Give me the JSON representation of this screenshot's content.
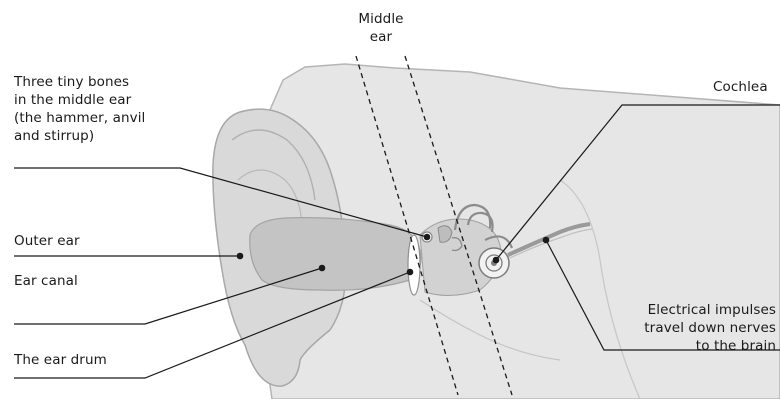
{
  "labels": {
    "middle_ear": [
      "Middle",
      "ear"
    ],
    "three_bones": [
      "Three tiny bones",
      "in the middle ear",
      "(the hammer, anvil",
      "and stirrup)"
    ],
    "cochlea": "Cochlea",
    "outer_ear": "Outer ear",
    "ear_canal": "Ear canal",
    "ear_drum": "The ear drum",
    "electrical_impulses": [
      "Electrical impulses",
      "travel down nerves",
      "to the brain"
    ]
  },
  "colors": {
    "head": "#e6e6e6",
    "head_outline": "#b5b5b5",
    "ear": "#d9d9d9",
    "canal": "#c4c4c4",
    "inner_structures": "#9e9e9e",
    "leader_lines": "#1a1a1a"
  }
}
